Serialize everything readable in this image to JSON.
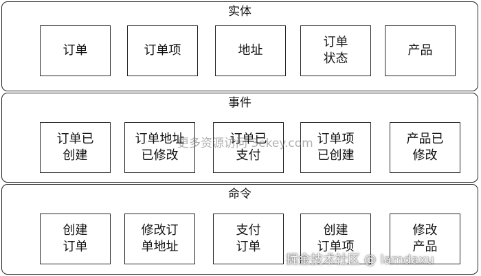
{
  "sections": [
    {
      "title": "实体",
      "boxes": [
        "订单",
        "订单项",
        "地址",
        "订单\n状态",
        "产品"
      ]
    },
    {
      "title": "事件",
      "boxes": [
        "订单已\n创建",
        "订单地址\n已修改",
        "订单已\n支付",
        "订单项\n已创建",
        "产品已\n修改"
      ]
    },
    {
      "title": "命令",
      "boxes": [
        "创建\n订单",
        "修改订\n单地址",
        "支付\n订单",
        "创建\n订单项",
        "修改\n产品"
      ]
    }
  ],
  "watermarks": {
    "center": "更多资源访问 3ekey.com",
    "bottom": "掘金技术社区 @ lamdaxu"
  }
}
